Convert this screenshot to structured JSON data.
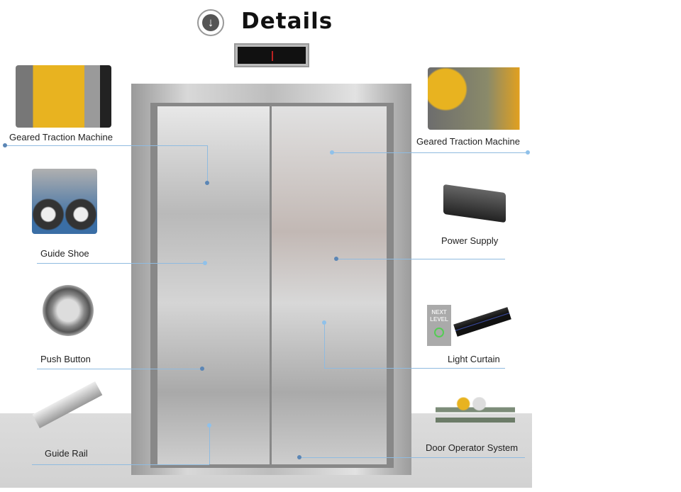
{
  "header": {
    "title": "Details",
    "icon": "arrow-down-circle-icon"
  },
  "left": [
    {
      "label": "Geared Traction Machine"
    },
    {
      "label": "Guide Shoe"
    },
    {
      "label": "Push Button"
    },
    {
      "label": "Guide Rail"
    }
  ],
  "right": [
    {
      "label": "Geared Traction Machine"
    },
    {
      "label": "Power Supply"
    },
    {
      "label": "Light Curtain",
      "sign_text": "NEXT LEVEL"
    },
    {
      "label": "Door Operator System"
    }
  ],
  "colors": {
    "leader_line": "#8fbbe0",
    "leader_dot": "#5b86b5"
  }
}
